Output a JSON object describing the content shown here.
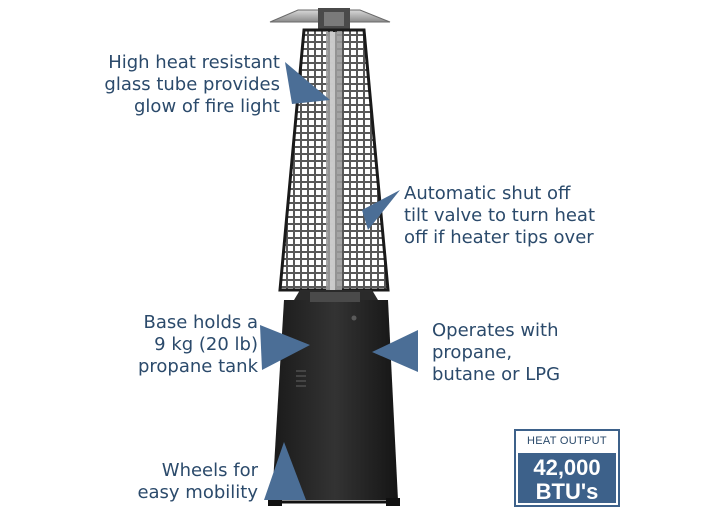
{
  "callouts": {
    "glass_tube": [
      "High heat resistant",
      "glass tube provides",
      "glow of fire light"
    ],
    "shut_off": [
      "Automatic shut off",
      "tilt valve to turn heat",
      "off if heater tips over"
    ],
    "base": [
      "Base holds a",
      "9 kg (20 lb)",
      "propane tank"
    ],
    "fuel": [
      "Operates with",
      "propane,",
      "butane or LPG"
    ],
    "wheels": [
      "Wheels for",
      "easy mobility"
    ]
  },
  "badge": {
    "label": "HEAT OUTPUT",
    "value": "42,000",
    "unit": "BTU's"
  },
  "colors": {
    "text": "#2b4a6b",
    "arrow": "#4b6e96",
    "badge": "#3d618a",
    "heater": "#1f1f1f",
    "glass": "#9a9a9a"
  }
}
